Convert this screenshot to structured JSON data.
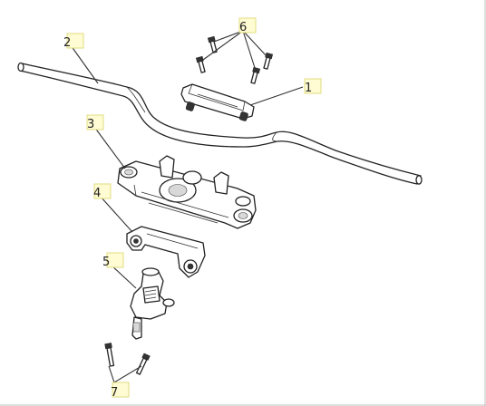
{
  "diagram": {
    "callouts": [
      {
        "id": "1",
        "label": "1"
      },
      {
        "id": "2",
        "label": "2"
      },
      {
        "id": "3",
        "label": "3"
      },
      {
        "id": "4",
        "label": "4"
      },
      {
        "id": "5",
        "label": "5"
      },
      {
        "id": "6",
        "label": "6"
      },
      {
        "id": "7",
        "label": "7"
      }
    ],
    "colors": {
      "callout_fill": "#fffbd2",
      "callout_border": "#e0dc80",
      "line": "#222222",
      "background": "#ffffff"
    }
  }
}
